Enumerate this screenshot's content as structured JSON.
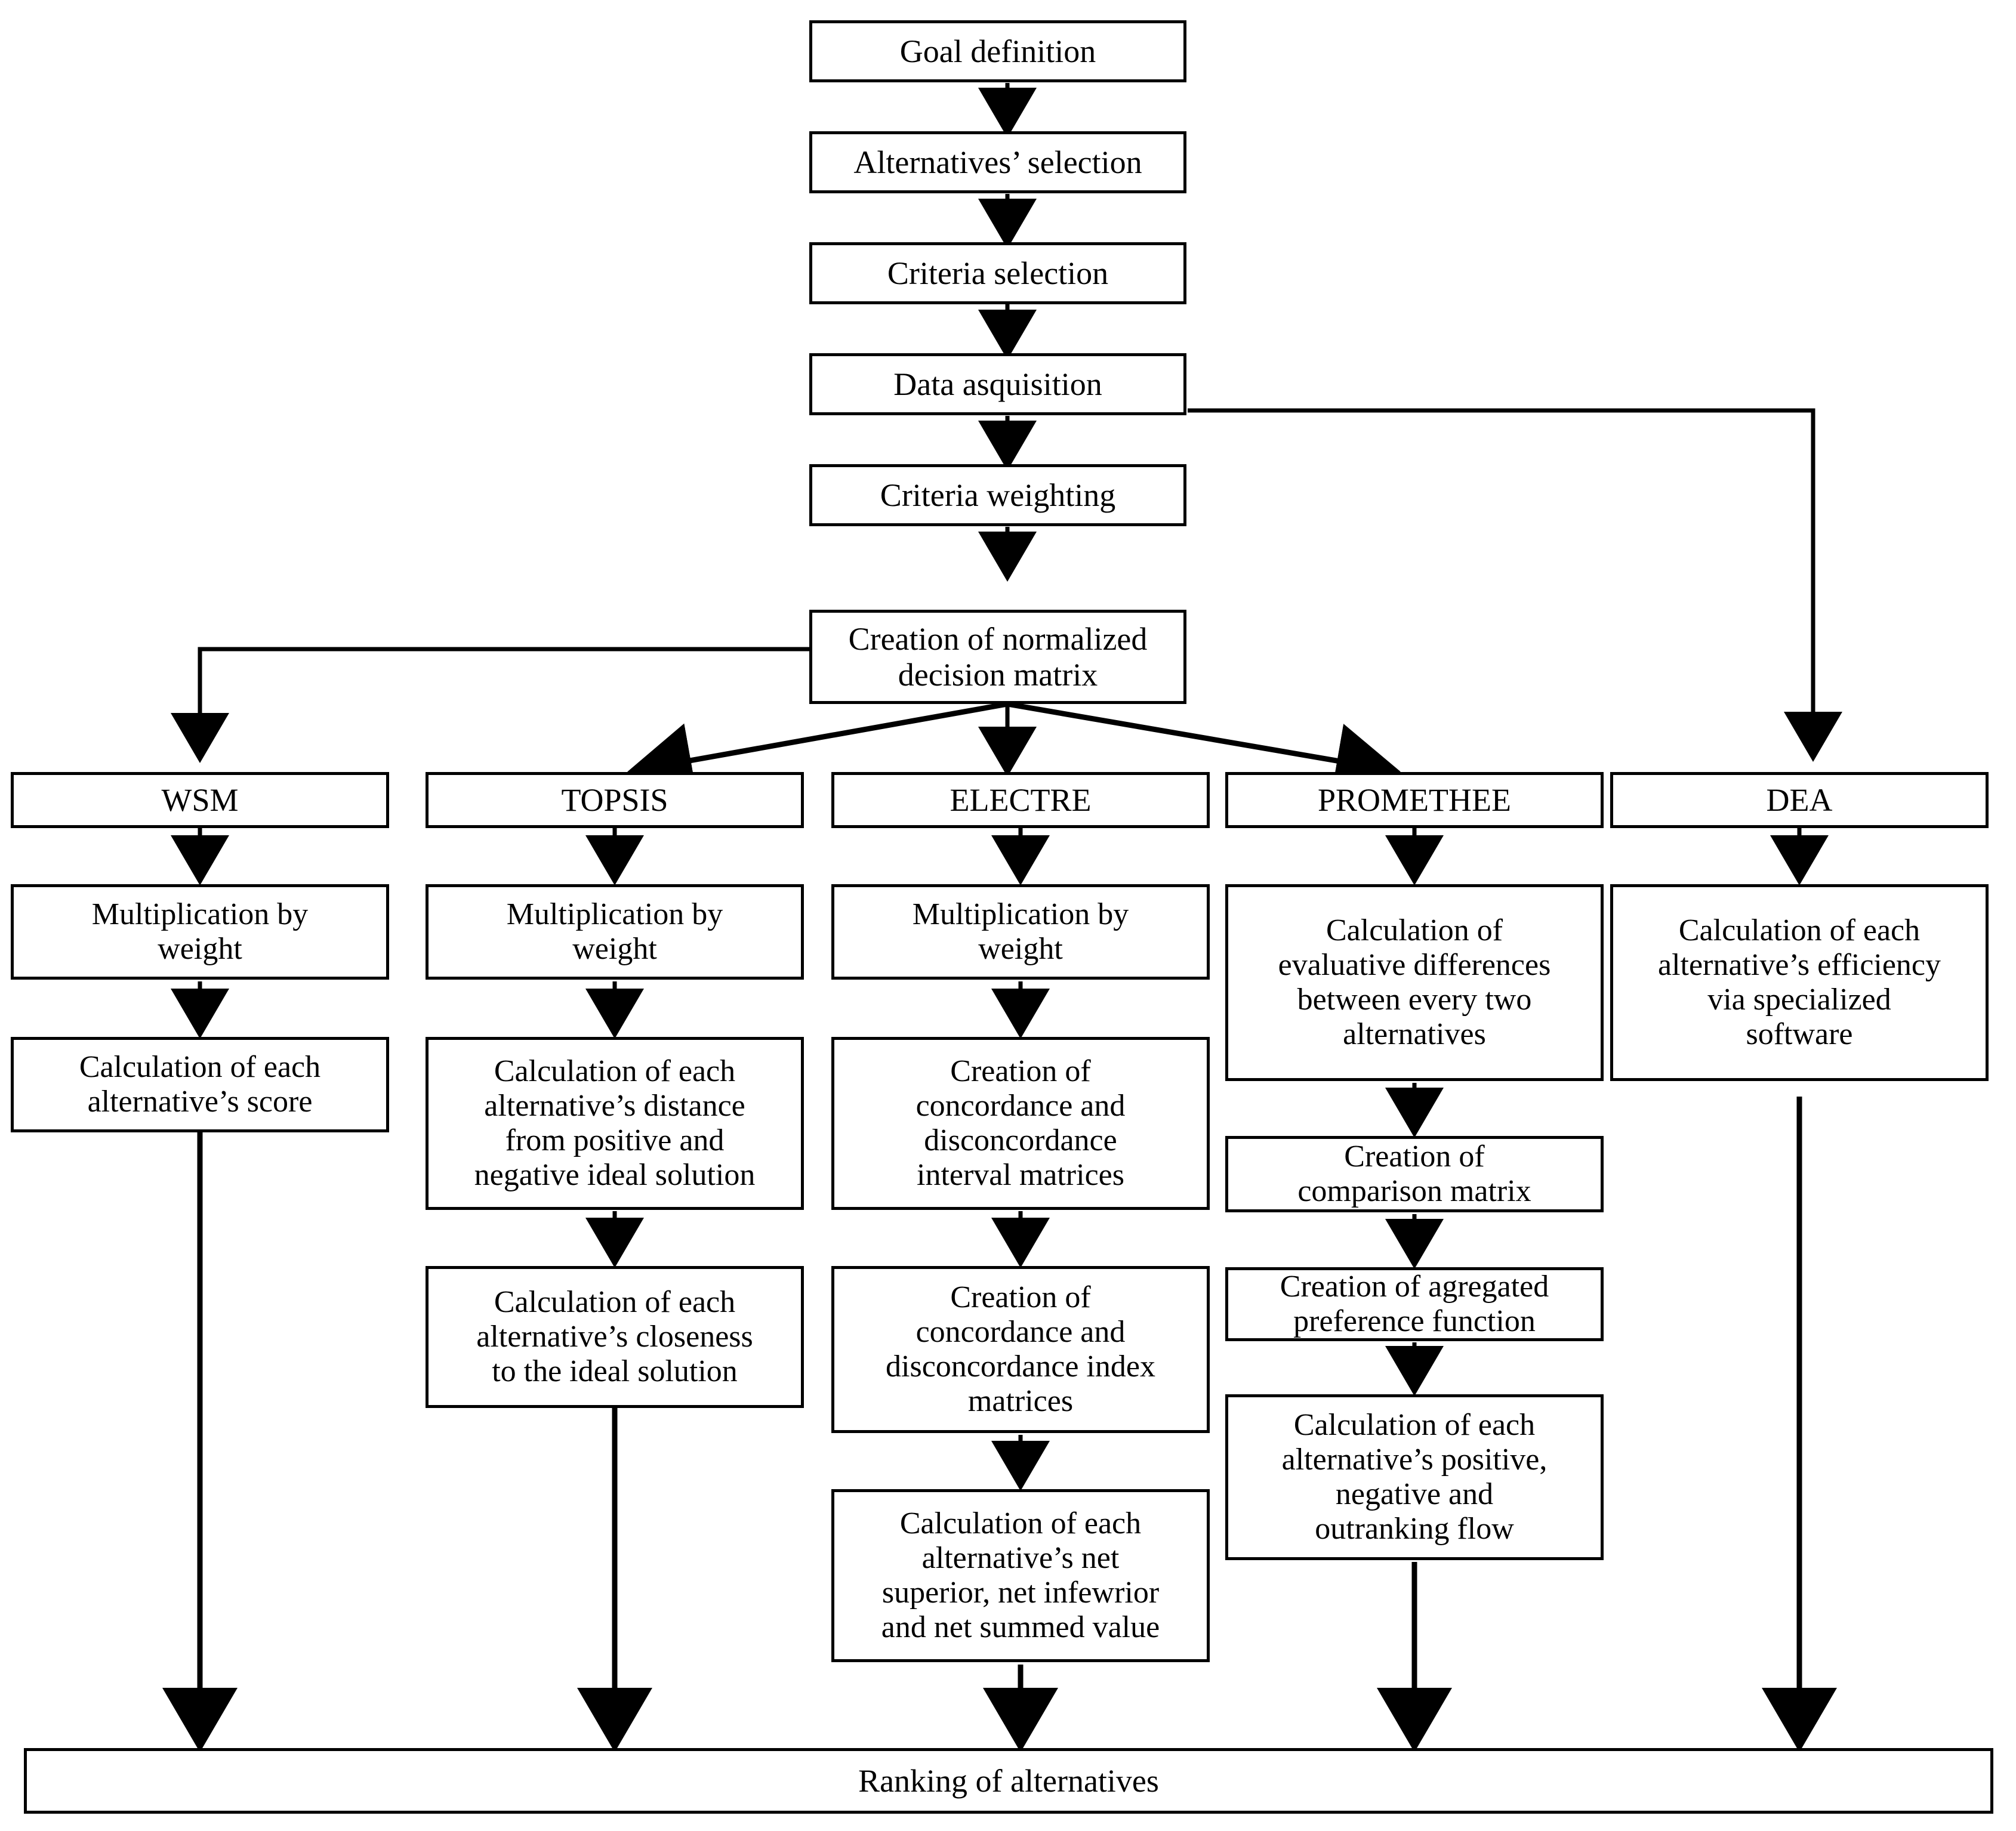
{
  "diagram": {
    "title_shown": false,
    "stroke_color": "#000000",
    "fill_color": "#ffffff",
    "spine": [
      {
        "id": "goal",
        "label": "Goal definition"
      },
      {
        "id": "alts",
        "label": "Alternatives’ selection"
      },
      {
        "id": "criteria",
        "label": "Criteria selection"
      },
      {
        "id": "data",
        "label": "Data asquisition"
      },
      {
        "id": "weighting",
        "label": "Criteria weighting"
      },
      {
        "id": "normmatrix",
        "label": "Creation of normalized\ndecision matrix"
      }
    ],
    "methods": [
      {
        "id": "wsm",
        "header": "WSM",
        "steps": [
          "Multiplication by\nweight",
          "Calculation of each\nalternative’s score"
        ]
      },
      {
        "id": "topsis",
        "header": "TOPSIS",
        "steps": [
          "Multiplication by\nweight",
          "Calculation of each\nalternative’s distance\nfrom positive and\nnegative ideal solution",
          "Calculation of each\nalternative’s closeness\nto the ideal solution"
        ]
      },
      {
        "id": "electre",
        "header": "ELECTRE",
        "steps": [
          "Multiplication by\nweight",
          "Creation of\nconcordance and\ndisconcordance\ninterval matrices",
          "Creation of\nconcordance and\ndisconcordance index\nmatrices",
          "Calculation of each\nalternative’s net\nsuperior, net infewrior\nand net summed value"
        ]
      },
      {
        "id": "promethee",
        "header": "PROMETHEE",
        "steps": [
          "Calculation of\nevaluative differences\nbetween every two\nalternatives",
          "Creation of\ncomparison matrix",
          "Creation of agregated\npreference function",
          "Calculation of each\nalternative’s positive,\nnegative and\noutranking flow"
        ]
      },
      {
        "id": "dea",
        "header": "DEA",
        "steps": [
          "Calculation of each\nalternative’s efficiency\nvia specialized\nsoftware"
        ]
      }
    ],
    "result": {
      "id": "ranking",
      "label": "Ranking of alternatives"
    }
  }
}
